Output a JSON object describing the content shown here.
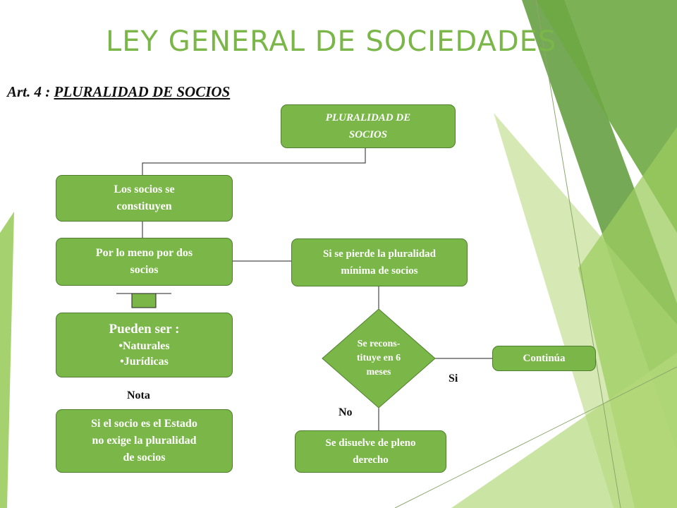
{
  "slide": {
    "title": "LEY GENERAL DE SOCIEDADES",
    "article_prefix": "Art. 4 : ",
    "article_name": "PLURALIDAD DE SOCIOS"
  },
  "colors": {
    "accent": "#7ab648",
    "accent_border": "#4f7f2e",
    "deco_dark": "#5e9a38",
    "deco_light": "#c8e29c"
  },
  "diagram": {
    "root": {
      "line1": "PLURALIDAD  DE",
      "line2": "SOCIOS"
    },
    "constituyen": {
      "line1": "Los socios se",
      "line2": "constituyen"
    },
    "minimo": {
      "line1": "Por lo meno por dos",
      "line2": "socios"
    },
    "pueden": {
      "heading": "Pueden ser :",
      "items": [
        "Naturales",
        "Jurídicas"
      ]
    },
    "nota_label": "Nota",
    "estado": {
      "line1": "Si el socio es el Estado",
      "line2": "no exige la pluralidad",
      "line3": "de socios"
    },
    "pierde": {
      "line1": "Si se pierde la pluralidad",
      "line2": "mínima de socios"
    },
    "decision": {
      "line1": "Se recons-",
      "line2": "tituye en 6",
      "line3": "meses"
    },
    "continua": "Continúa",
    "si_label": "Si",
    "no_label": "No",
    "disuelve": {
      "line1": "Se disuelve de pleno",
      "line2": "derecho"
    }
  }
}
